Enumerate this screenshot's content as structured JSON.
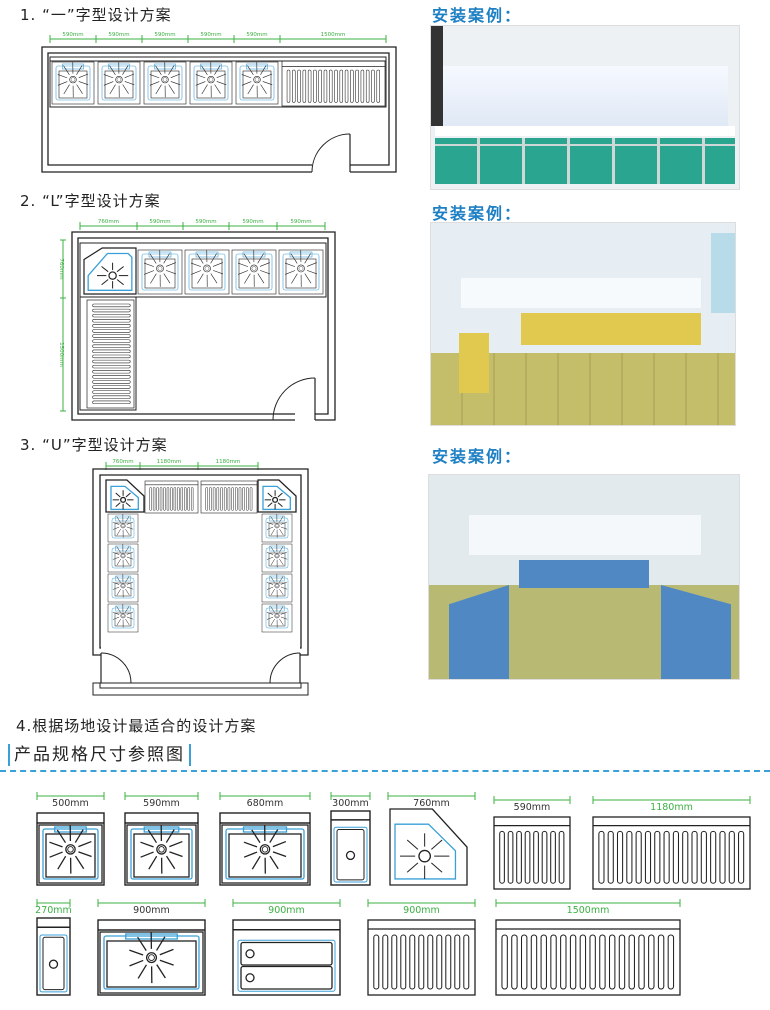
{
  "plans": [
    {
      "title": "1. “一”字型设计方案",
      "dims": [
        "590mm",
        "590mm",
        "590mm",
        "590mm",
        "590mm",
        "1500mm"
      ]
    },
    {
      "title": "2. “L”字型设计方案",
      "dims": [
        "760mm",
        "590mm",
        "590mm",
        "590mm",
        "590mm"
      ],
      "side_dims": [
        "760mm",
        "1500mm"
      ]
    },
    {
      "title": "3. “U”字型设计方案",
      "dims": [
        "760mm",
        "1180mm",
        "1180mm"
      ]
    }
  ],
  "case_label": "安装案例：",
  "plan4": "4.根据场地设计最适合的设计方案",
  "spec_title": "产品规格尺寸参照图",
  "specs": [
    {
      "label": "500mm",
      "type": "sink"
    },
    {
      "label": "590mm",
      "type": "sink"
    },
    {
      "label": "680mm",
      "type": "sink"
    },
    {
      "label": "300mm",
      "type": "narrow"
    },
    {
      "label": "760mm",
      "type": "corner"
    },
    {
      "label": "590mm",
      "type": "drain"
    },
    {
      "label": "1180mm",
      "type": "drain"
    },
    {
      "label": "270mm",
      "type": "narrow"
    },
    {
      "label": "900mm",
      "type": "sink"
    },
    {
      "label": "900mm",
      "type": "double"
    },
    {
      "label": "900mm",
      "type": "drain"
    },
    {
      "label": "1500mm",
      "type": "drain"
    }
  ],
  "colors": {
    "accent": "#1d7fc4",
    "dim": "#3cb043",
    "sink_outline": "#3aa0d8"
  }
}
